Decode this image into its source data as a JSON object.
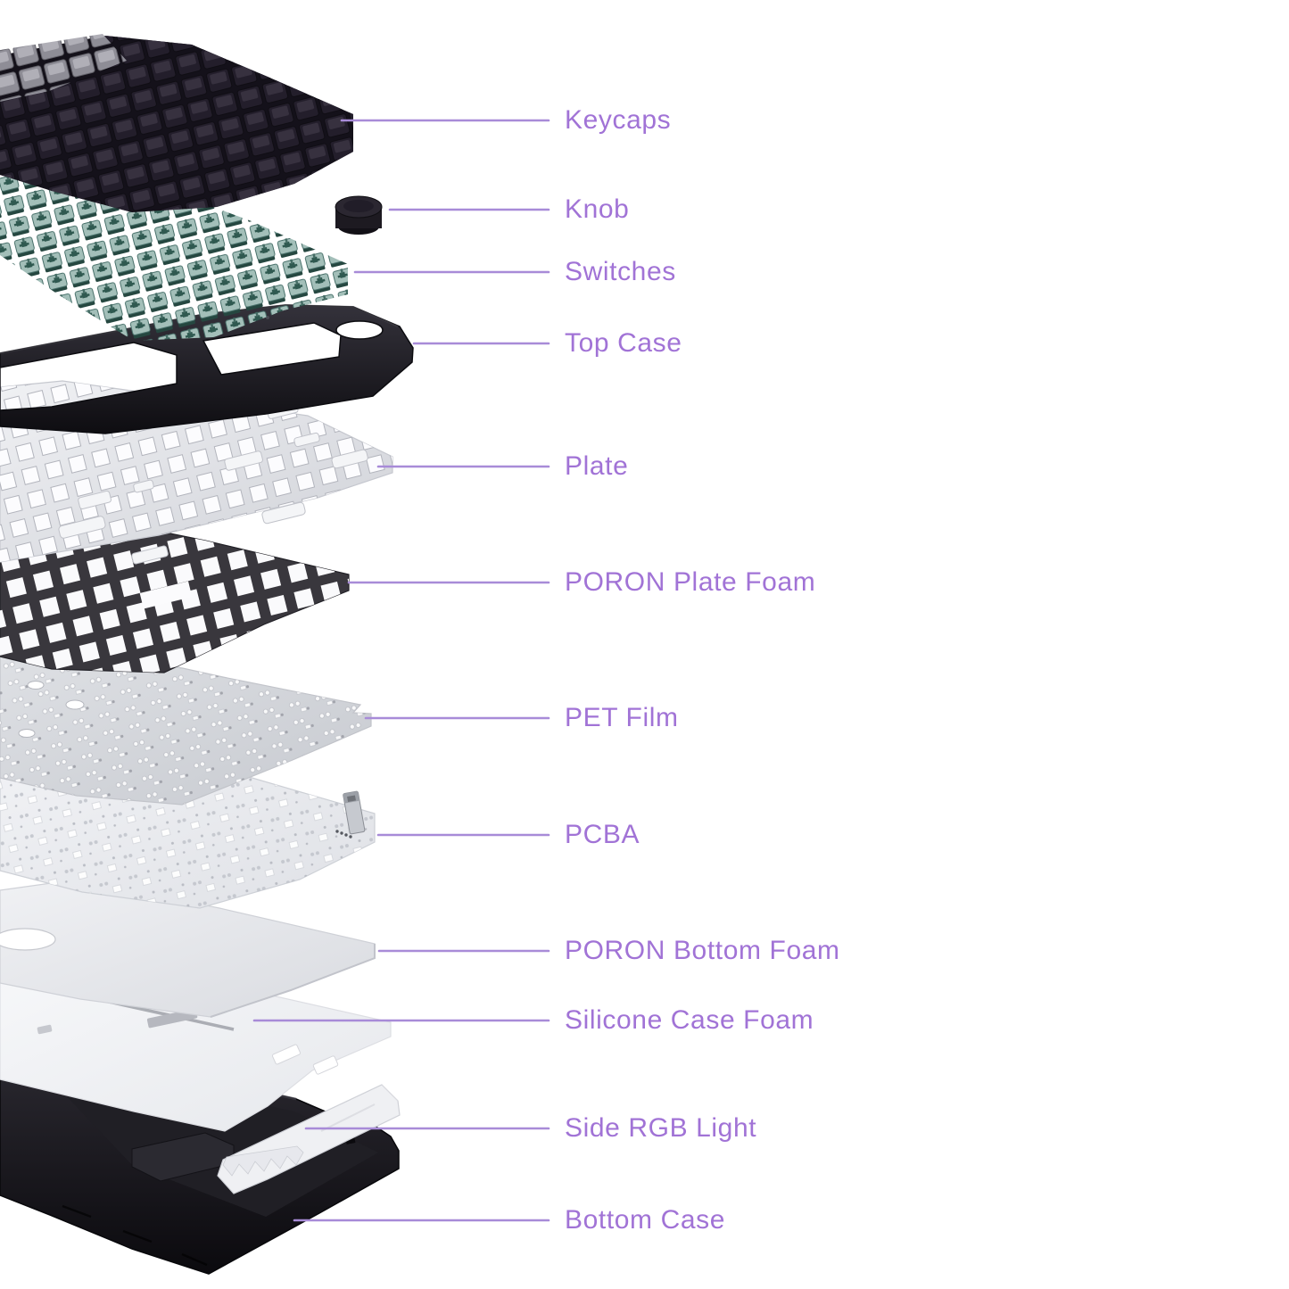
{
  "diagram": {
    "parts": [
      {
        "id": "keycaps",
        "label": "Keycaps"
      },
      {
        "id": "knob",
        "label": "Knob"
      },
      {
        "id": "switches",
        "label": "Switches"
      },
      {
        "id": "top-case",
        "label": "Top Case"
      },
      {
        "id": "plate",
        "label": "Plate"
      },
      {
        "id": "poron-plate-foam",
        "label": "PORON Plate Foam"
      },
      {
        "id": "pet-film",
        "label": "PET Film"
      },
      {
        "id": "pcba",
        "label": "PCBA"
      },
      {
        "id": "poron-bottom-foam",
        "label": "PORON Bottom Foam"
      },
      {
        "id": "silicone-case-foam",
        "label": "Silicone Case Foam"
      },
      {
        "id": "side-rgb-light",
        "label": "Side RGB Light"
      },
      {
        "id": "bottom-case",
        "label": "Bottom Case"
      }
    ],
    "colors": {
      "background": "#ffffff",
      "label_text": "#a173d6",
      "leader_line": "#a88bd8",
      "case_black": "#141218",
      "switch_teal": "#9dbbb5",
      "plate_gray": "#e2e3e7",
      "foam_dark": "#39373d",
      "sheet_light": "#eceef2"
    }
  }
}
